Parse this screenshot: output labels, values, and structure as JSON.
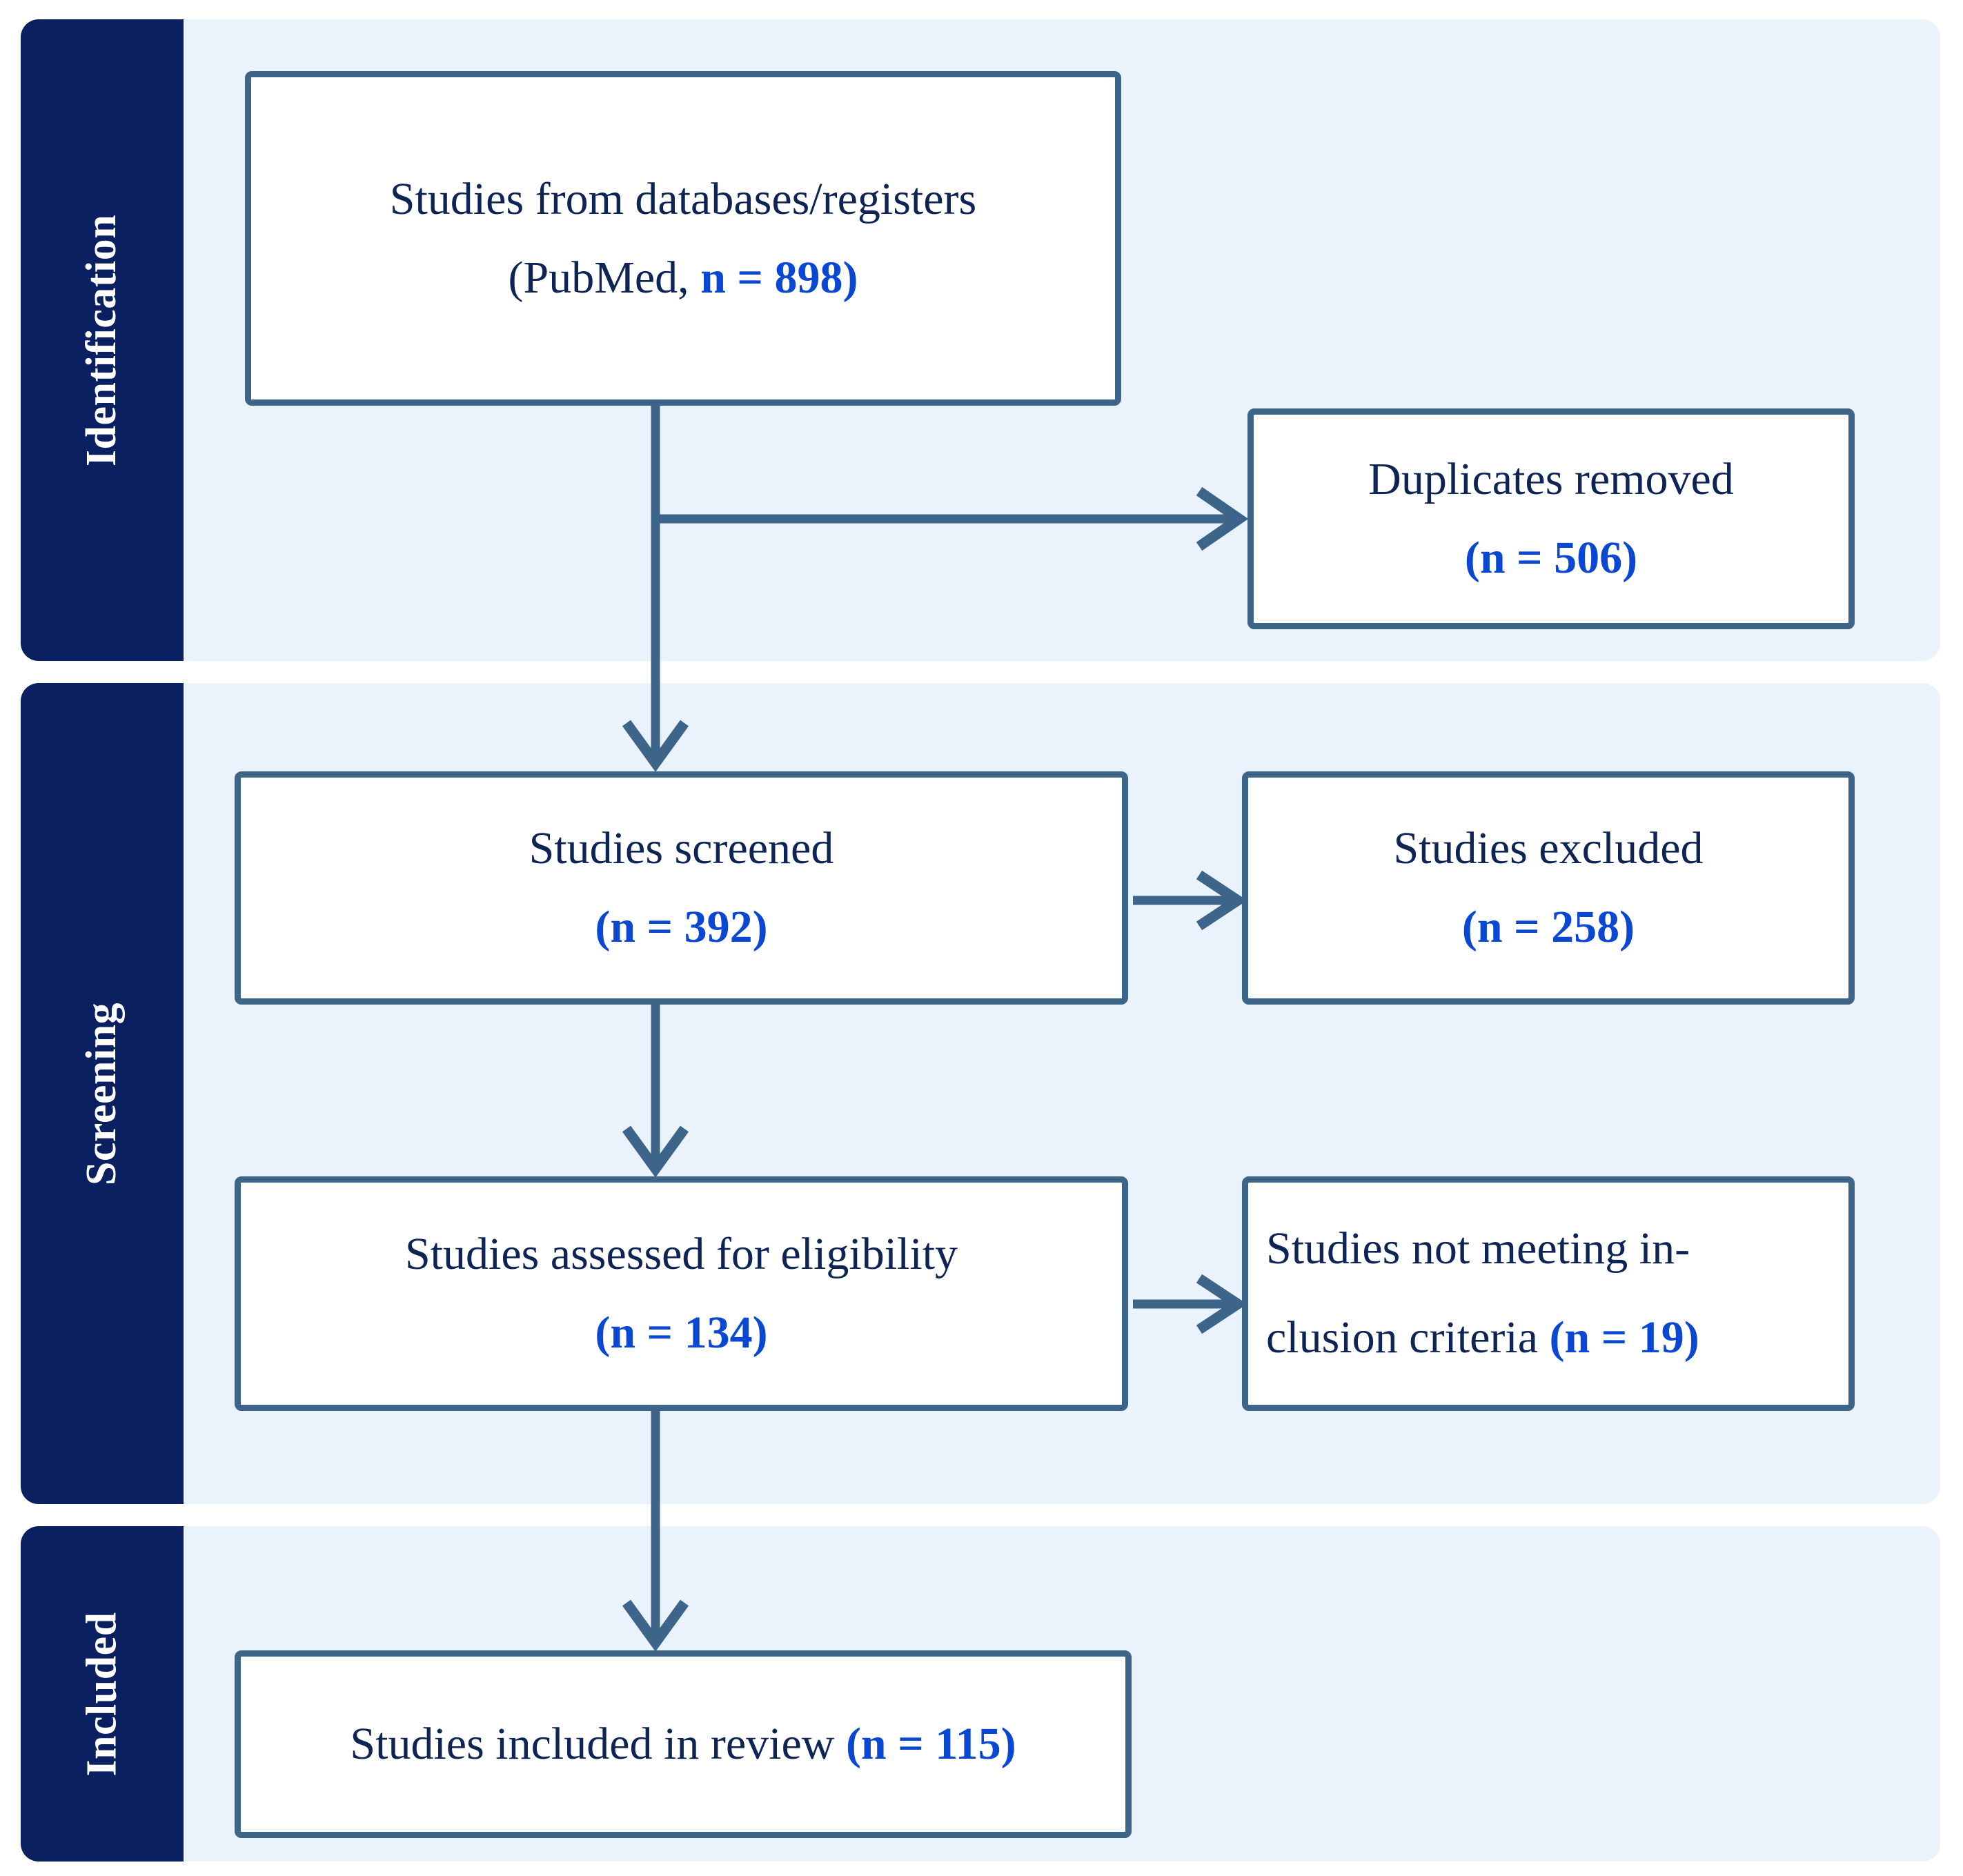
{
  "diagram": {
    "type": "prisma-flow-diagram",
    "colors": {
      "band_background": "#eaf2fb",
      "stage_label_background": "#0a2060",
      "stage_label_text": "#ffffff",
      "box_border": "#3d6489",
      "box_background": "#ffffff",
      "body_text": "#0d2454",
      "accent_number": "#0a47d2",
      "page_background": "#ffffff"
    },
    "stages": [
      {
        "id": "identification",
        "label": "Identification"
      },
      {
        "id": "screening",
        "label": "Screening"
      },
      {
        "id": "included",
        "label": "Included"
      }
    ],
    "nodes": {
      "sources": {
        "line1": "Studies from databases/registers",
        "line2_prefix": "(PubMed, ",
        "line2_accent": "n = 898)",
        "count": 898
      },
      "duplicates": {
        "line1": "Duplicates removed",
        "line2_accent": "(n = 506)",
        "count": 506
      },
      "screened": {
        "line1": "Studies screened",
        "line2_accent": "(n = 392)",
        "count": 392
      },
      "excluded": {
        "line1": "Studies excluded",
        "line2_accent": "(n = 258)",
        "count": 258
      },
      "eligibility": {
        "line1": "Studies assessed for eligibility",
        "line2_accent": "(n = 134)",
        "count": 134
      },
      "not_meeting": {
        "line1": "Studies not meeting in-",
        "line2_prefix": "clusion criteria ",
        "line2_accent": "(n = 19)",
        "count": 19
      },
      "included": {
        "line1_prefix": "Studies included in review ",
        "line1_accent": "(n = 115)",
        "count": 115
      }
    },
    "connectors": [
      {
        "from": "sources",
        "to": "duplicates",
        "direction": "right",
        "arrowhead": "open-chevron"
      },
      {
        "from": "sources",
        "to": "screened",
        "direction": "down",
        "arrowhead": "open-chevron"
      },
      {
        "from": "screened",
        "to": "excluded",
        "direction": "right",
        "arrowhead": "open-chevron"
      },
      {
        "from": "screened",
        "to": "eligibility",
        "direction": "down",
        "arrowhead": "open-chevron"
      },
      {
        "from": "eligibility",
        "to": "not_meeting",
        "direction": "right",
        "arrowhead": "open-chevron"
      },
      {
        "from": "eligibility",
        "to": "included",
        "direction": "down",
        "arrowhead": "open-chevron"
      }
    ]
  }
}
